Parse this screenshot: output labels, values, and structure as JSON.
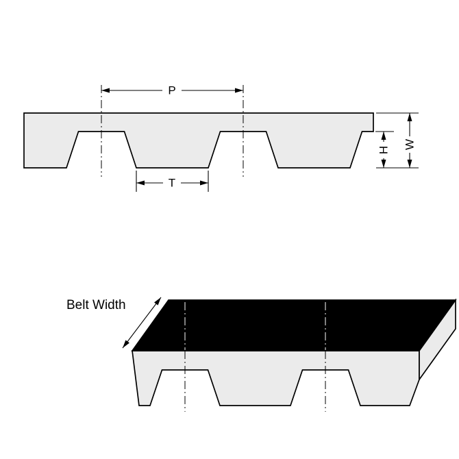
{
  "cross_section": {
    "dimensions": {
      "pitch": "P",
      "tooth_width": "T",
      "tooth_height": "H",
      "belt_thickness": "W"
    }
  },
  "isometric": {
    "belt_width_label": "Belt Width"
  },
  "colors": {
    "belt_fill": "#ebebeb",
    "outline": "#000000",
    "top_face_fill": "#000000",
    "centerline_on_black": "#ffffff",
    "background": "#ffffff"
  }
}
